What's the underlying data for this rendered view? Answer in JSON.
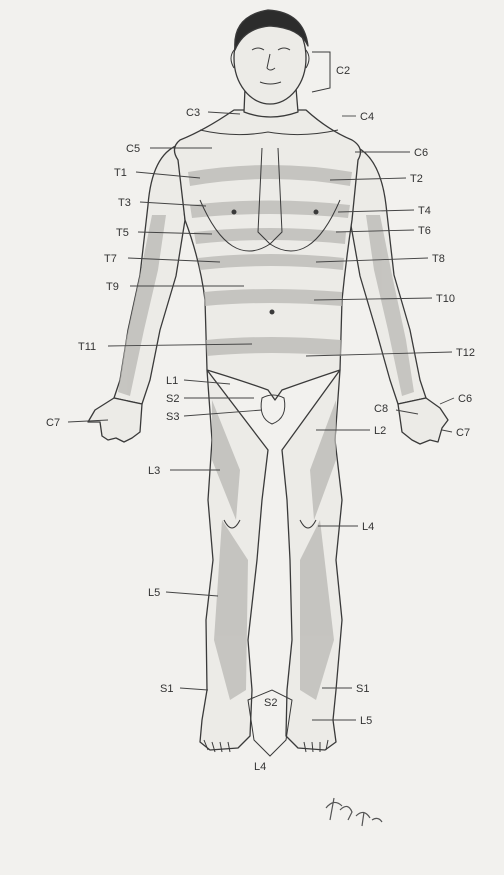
{
  "labels": {
    "c2": "C2",
    "c3": "C3",
    "c4": "C4",
    "c5": "C5",
    "c6_shoulder": "C6",
    "t1": "T1",
    "t2": "T2",
    "t3": "T3",
    "t4": "T4",
    "t5": "T5",
    "t6": "T6",
    "t7": "T7",
    "t8": "T8",
    "t9": "T9",
    "t10": "T10",
    "t11": "T11",
    "t12": "T12",
    "l1": "L1",
    "s2_groin": "S2",
    "s3": "S3",
    "c7_left": "C7",
    "c8": "C8",
    "c6_hand": "C6",
    "c7_right": "C7",
    "l2": "L2",
    "l3": "L3",
    "l4_knee": "L4",
    "l5_shin": "L5",
    "s1_left": "S1",
    "s1_right": "S1",
    "s2_feet": "S2",
    "l5_foot": "L5",
    "l4_bottom": "L4"
  },
  "signature": "邢珩",
  "colors": {
    "background": "#f2f1ee",
    "line": "#3a3a3a",
    "shade": "#b9b8b4",
    "shade_light": "#d2d1cd"
  }
}
